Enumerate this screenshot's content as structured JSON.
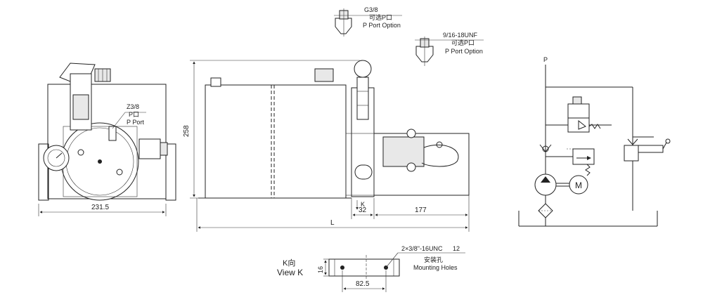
{
  "side_view": {
    "port_label_size": "Z3/8",
    "port_label_cn": "P口",
    "port_label_en": "P Port",
    "dim_width": "231.5"
  },
  "front_view": {
    "dim_height": "258",
    "dim_length": "L",
    "dim_32": "32",
    "dim_177": "177",
    "view_marker": "K"
  },
  "option_g38": {
    "size": "G3/8",
    "label_cn": "可选P口",
    "label_en": "P Port Option"
  },
  "option_unf": {
    "size": "9/16-18UNF",
    "label_cn": "可选P口",
    "label_en": "P Port Option"
  },
  "view_k": {
    "title_cn": "K向",
    "title_en": "View K",
    "holes_spec": "2×3/8\"-16UNC",
    "holes_depth": "12",
    "holes_cn": "安装孔",
    "holes_en": "Mounting Holes",
    "dim_height": "16",
    "dim_spacing": "82.5"
  },
  "schematic": {
    "p_label": "P",
    "motor_label": "M"
  }
}
